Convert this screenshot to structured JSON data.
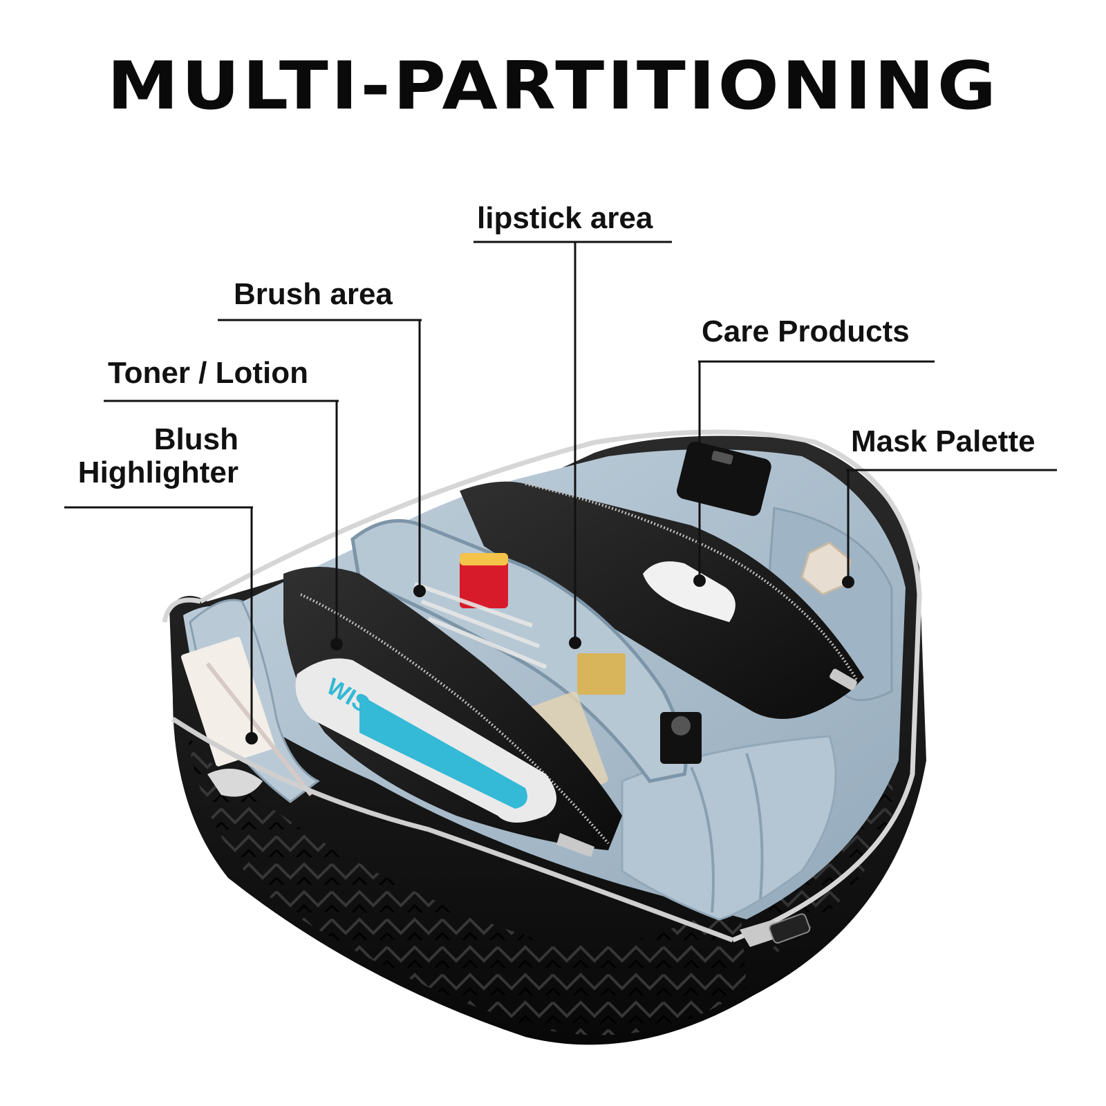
{
  "headline": "MULTI-PARTITIONING",
  "callouts": {
    "lipstick": "lipstick area",
    "brush": "Brush area",
    "care": "Care Products",
    "toner": "Toner / Lotion",
    "mask": "Mask Palette",
    "blush_line1": "Blush",
    "blush_line2": "Highlighter"
  },
  "product_text": {
    "tube_brand": "WIS"
  },
  "colors": {
    "bag_leather": "#161616",
    "lining": "#a9bccb",
    "zipper": "#c9c9c9",
    "lipstick_red": "#d81b2a",
    "tube_blue": "#34b9d6"
  }
}
